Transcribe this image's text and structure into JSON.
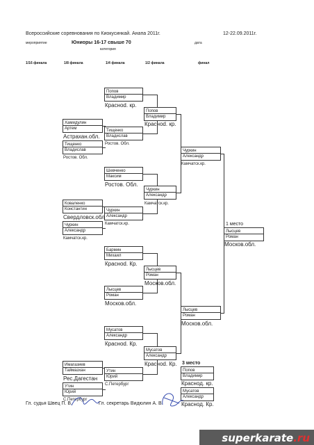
{
  "header": {
    "event": "Всероссийские соревнования по Киокусинкай. Анапа 2011г.",
    "dates": "12-22.09.2011г.",
    "event_label": "мероприятие",
    "category": "Юниоры 16-17 свыше 70",
    "date_label": "дата",
    "category_label": "категория"
  },
  "rounds": [
    "1/16 финала",
    "1/8 финала",
    "1/4 финала",
    "1/2 финала",
    "финал"
  ],
  "r8": [
    {
      "l1": "Хамидулин",
      "l2": "Артем",
      "reg": "Астрахан.обл."
    },
    {
      "l1": "Тищенко",
      "l2": "Владислав",
      "reg": "Ростов. Обл."
    },
    {
      "l1": "Коваленко",
      "l2": "Константин",
      "reg": "Свердловск.обл."
    },
    {
      "l1": "Чуркин",
      "l2": "Александр",
      "reg": "Камчатск.кр."
    },
    {
      "l1": "Имагазиев",
      "l2": "Таймазхан",
      "reg": "Рес.Дагестан"
    },
    {
      "l1": "Утин",
      "l2": "Юрий",
      "reg": "С.Петербург"
    }
  ],
  "r4": [
    {
      "l1": "Попов",
      "l2": "Владимир",
      "reg": "Красноd. кр."
    },
    {
      "l1": "Тищенко",
      "l2": "Владислав",
      "reg": "Ростов. Обл."
    },
    {
      "l1": "Шевченко",
      "l2": "Максим",
      "reg": "Ростов. Обл."
    },
    {
      "l1": "Чуркин",
      "l2": "Александр",
      "reg": "Камчатск.кр."
    },
    {
      "l1": "Бармин",
      "l2": "Михаил",
      "reg": "Красноd. Кр."
    },
    {
      "l1": "Лысцев",
      "l2": "Роман",
      "reg": "Москов.обл."
    },
    {
      "l1": "Мусатов",
      "l2": "Александр",
      "reg": "Красноd. Кр."
    },
    {
      "l1": "Утин",
      "l2": "Юрий",
      "reg": "С.Петербург"
    }
  ],
  "r2": [
    {
      "l1": "Попов",
      "l2": "Владимир",
      "reg": "Красноd. кр."
    },
    {
      "l1": "Чуркин",
      "l2": "Александр",
      "reg": "Камчатск.кр."
    },
    {
      "l1": "Лысцев",
      "l2": "Роман",
      "reg": "Москов.обл."
    },
    {
      "l1": "Мусатов",
      "l2": "Александр",
      "reg": "Красноd. Кр."
    }
  ],
  "final": [
    {
      "l1": "Чуркин",
      "l2": "Александр",
      "reg": "Камчатск.кр."
    },
    {
      "l1": "Лысцев",
      "l2": "Роман",
      "reg": "Москов.обл."
    }
  ],
  "first": {
    "title": "1 место",
    "l1": "Лысцев",
    "l2": "Роман",
    "reg": "Москов.обл."
  },
  "third": {
    "title": "3 место",
    "p1": {
      "l1": "Попов",
      "l2": "Владимир",
      "reg": "Краснод. кр."
    },
    "p2": {
      "l1": "Мусатов",
      "l2": "Александр",
      "reg": "Краснод. Кр."
    }
  },
  "footer": {
    "judge": "Гл. судья   Швец П. В.",
    "secretary": "Гл. секретарь   Видюлин А. В."
  },
  "banner": {
    "brand": "superkarate",
    "tld": ".ru"
  }
}
